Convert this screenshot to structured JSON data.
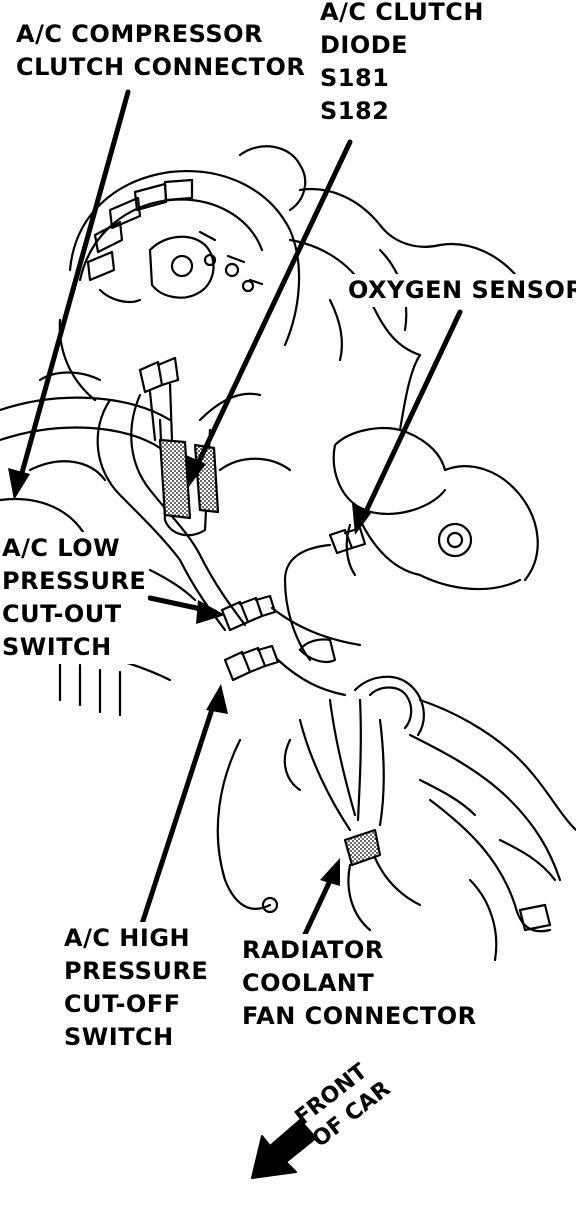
{
  "colors": {
    "ink": "#000000",
    "paper": "#ffffff",
    "shade": "#9a9a9a"
  },
  "callouts": {
    "compressor_connector": [
      "A/C COMPRESSOR",
      "CLUTCH CONNECTOR"
    ],
    "clutch_diode": [
      "A/C CLUTCH",
      "DIODE",
      "S181",
      "S182"
    ],
    "oxygen_sensor": [
      "OXYGEN SENSOR"
    ],
    "low_pressure_switch": [
      "A/C LOW",
      "PRESSURE",
      "CUT-OUT",
      "SWITCH"
    ],
    "high_pressure_switch": [
      "A/C HIGH",
      "PRESSURE",
      "CUT-OFF",
      "SWITCH"
    ],
    "fan_connector": [
      "RADIATOR",
      "COOLANT",
      "FAN CONNECTOR"
    ]
  },
  "orientation": {
    "label": [
      "FRONT",
      "OF CAR"
    ],
    "icon": "direction-arrow-icon"
  }
}
